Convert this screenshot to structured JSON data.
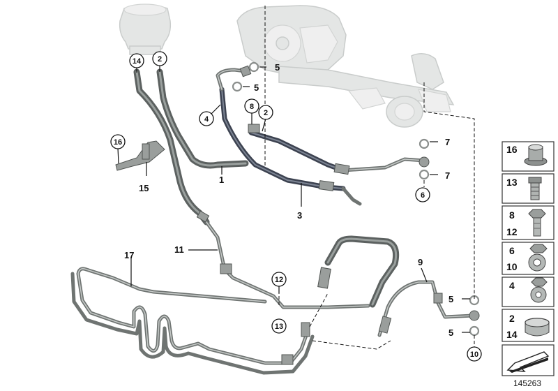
{
  "diagram": {
    "id": "145263",
    "callouts": {
      "p1": "1",
      "p2a": "2",
      "p2b": "2",
      "p3": "3",
      "p4": "4",
      "p5a": "5",
      "p5b": "5",
      "p5c": "5",
      "p5d": "5",
      "p6": "6",
      "p7a": "7",
      "p7b": "7",
      "p8": "8",
      "p9": "9",
      "p10": "10",
      "p11": "11",
      "p12": "12",
      "p13": "13",
      "p14": "14",
      "p15": "15",
      "p16": "16",
      "p17": "17"
    },
    "side_panel": [
      {
        "numbers": [
          "16"
        ],
        "icon": "hollow-bolt-collar-icon"
      },
      {
        "numbers": [
          "13"
        ],
        "icon": "hollow-screw-icon"
      },
      {
        "numbers": [
          "8",
          "12"
        ],
        "icon": "hex-bolt-icon"
      },
      {
        "numbers": [
          "6",
          "10"
        ],
        "icon": "banjo-bolt-icon"
      },
      {
        "numbers": [
          "4"
        ],
        "icon": "banjo-fitting-icon"
      },
      {
        "numbers": [
          "2",
          "14"
        ],
        "icon": "hose-clamp-icon"
      },
      {
        "numbers": [],
        "icon": "arrow-icon"
      }
    ]
  }
}
